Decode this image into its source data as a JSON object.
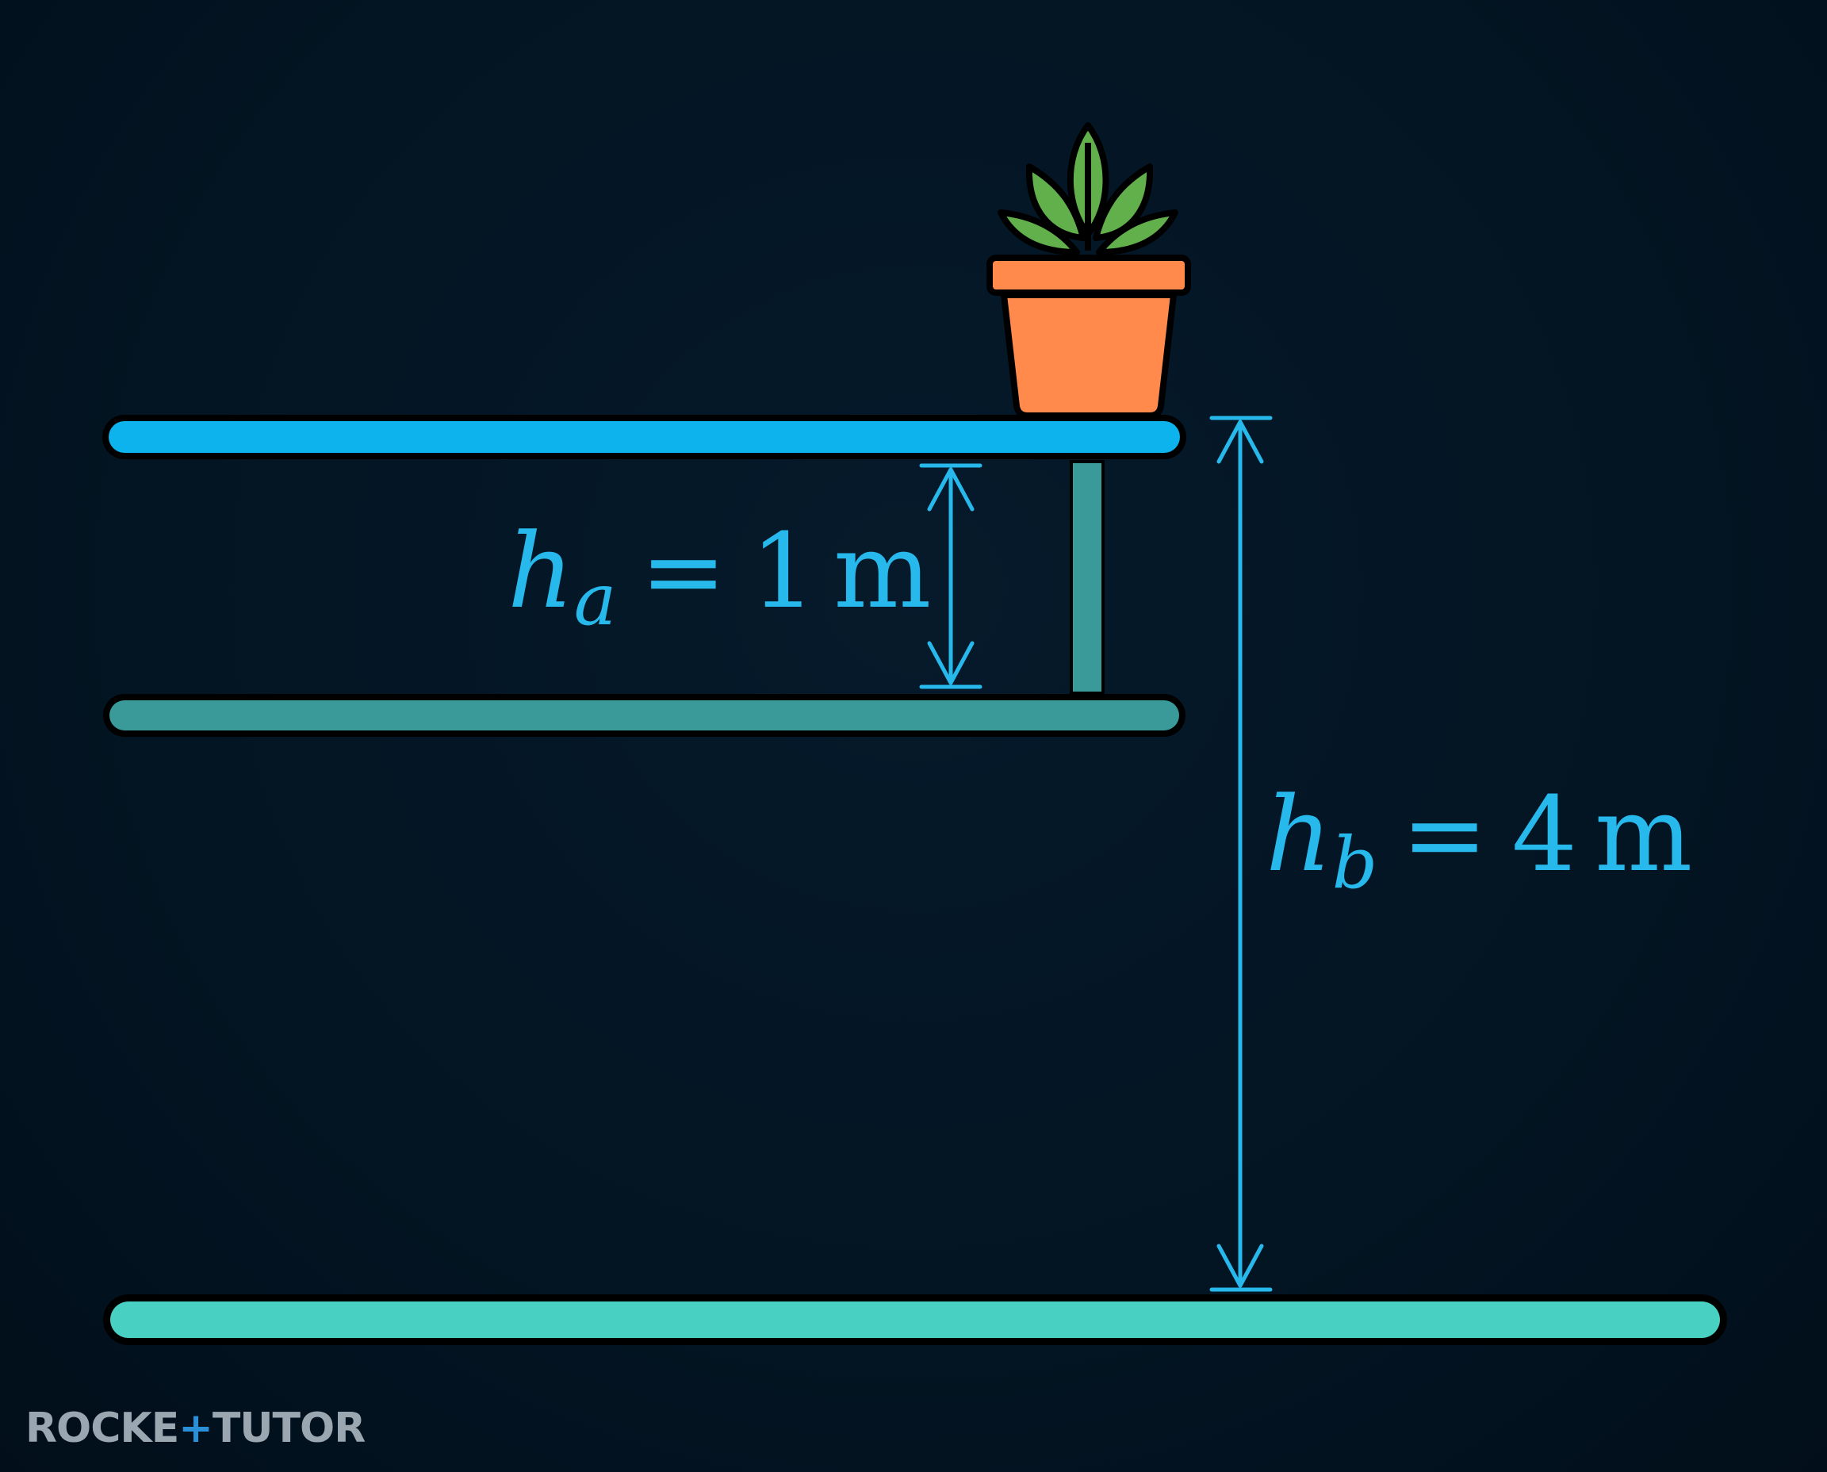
{
  "labels": {
    "ha": {
      "var": "h",
      "sub": "a",
      "rel": "=",
      "value": "1",
      "unit": "m"
    },
    "hb": {
      "var": "h",
      "sub": "b",
      "rel": "=",
      "value": "4",
      "unit": "m"
    }
  },
  "brand": {
    "left": "ROCKE",
    "right": "TUTO",
    "tail": "R"
  },
  "colors": {
    "background": "#031524",
    "top_shelf": "#0db3ec",
    "middle_shelf": "#3a9a9a",
    "floor": "#48d0c2",
    "annotation": "#27b9ec",
    "pot": "#ff8a4c",
    "leaf": "#62b04c",
    "outline": "#000000"
  }
}
